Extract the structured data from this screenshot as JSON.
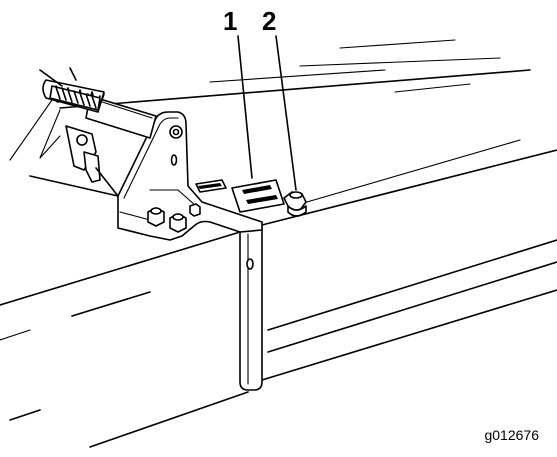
{
  "callouts": [
    {
      "id": "1",
      "label": "1"
    },
    {
      "id": "2",
      "label": "2"
    }
  ],
  "figure_id": "g012676"
}
